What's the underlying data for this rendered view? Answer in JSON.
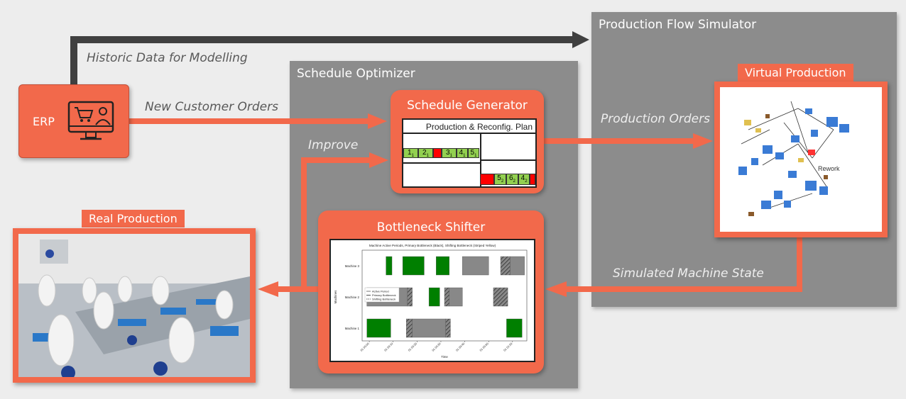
{
  "colors": {
    "accent": "#f2694b",
    "panel": "#8c8c8c",
    "arrow_dark": "#404040",
    "green": "#007f00",
    "light_green": "#92d050",
    "red": "#ff0000"
  },
  "arrows": {
    "historic": "Historic Data for Modelling",
    "new_orders": "New Customer Orders",
    "improve": "Improve",
    "production_orders": "Production Orders",
    "simulated_state": "Simulated Machine State"
  },
  "panels": {
    "simulator": "Production Flow Simulator",
    "optimizer": "Schedule Optimizer"
  },
  "erp": {
    "label": "ERP",
    "icon": "online-shopping-monitor-icon"
  },
  "virtual_production": {
    "title": "Virtual Production",
    "rework_label": "Rework"
  },
  "real_production": {
    "title": "Real Production"
  },
  "schedule_generator": {
    "title": "Schedule Generator",
    "plan_header": "Production & Reconfig.  Plan",
    "row1_jobs": [
      "1",
      "2",
      "",
      "3",
      "4",
      "5"
    ],
    "row1_subs": [
      "1",
      "1",
      "",
      "1",
      "1",
      "1"
    ],
    "row2_jobs": [
      "",
      "5",
      "6",
      "4",
      ""
    ],
    "row2_subs": [
      "",
      "2",
      "2",
      "2",
      ""
    ]
  },
  "bottleneck_shifter": {
    "title": "Bottleneck Shifter",
    "chart_title": "Machine Active Periods, Primary Bottleneck (Black), Shifting Bottleneck (Striped Yellow)",
    "ylabel": "Machines",
    "xlabel": "Time",
    "machines": [
      "Machine 3",
      "Machine 2",
      "Machine 1"
    ],
    "xticks": [
      "01 00:00",
      "01 00:10",
      "01 00:20",
      "01 00:30",
      "01 00:40",
      "01 00:50",
      "01 01:00"
    ],
    "legend": [
      "Active Period",
      "Primary Bottleneck",
      "Shifting Bottleneck"
    ]
  },
  "chart_data": {
    "type": "gantt",
    "title": "Machine Active Periods, Primary Bottleneck (Black), Shifting Bottleneck (Striped Yellow)",
    "xlabel": "Time",
    "ylabel": "Machines",
    "xlim": [
      -3,
      66
    ],
    "x_unit": "minutes from 01 00:00",
    "categories": [
      "Machine 3",
      "Machine 2",
      "Machine 1"
    ],
    "series": [
      {
        "machine": "Machine 3",
        "bars": [
          {
            "start": 7,
            "end": 9.5,
            "kind": "active"
          },
          {
            "start": 14,
            "end": 23,
            "kind": "active"
          },
          {
            "start": 28,
            "end": 33.5,
            "kind": "active"
          },
          {
            "start": 39,
            "end": 50,
            "kind": "primary"
          },
          {
            "start": 55,
            "end": 59,
            "kind": "shifting"
          },
          {
            "start": 59,
            "end": 65,
            "kind": "primary"
          }
        ]
      },
      {
        "machine": "Machine 2",
        "bars": [
          {
            "start": -1,
            "end": 16,
            "kind": "primary"
          },
          {
            "start": 16,
            "end": 18,
            "kind": "shifting"
          },
          {
            "start": 25,
            "end": 29.5,
            "kind": "active"
          },
          {
            "start": 31.5,
            "end": 33.5,
            "kind": "shifting"
          },
          {
            "start": 33.5,
            "end": 39,
            "kind": "primary"
          },
          {
            "start": 52,
            "end": 58,
            "kind": "shifting"
          }
        ]
      },
      {
        "machine": "Machine 1",
        "bars": [
          {
            "start": -1,
            "end": 9,
            "kind": "active"
          },
          {
            "start": 15.5,
            "end": 18,
            "kind": "shifting"
          },
          {
            "start": 18,
            "end": 32,
            "kind": "primary"
          },
          {
            "start": 32,
            "end": 34,
            "kind": "shifting"
          },
          {
            "start": 57.5,
            "end": 64,
            "kind": "active"
          }
        ]
      }
    ],
    "legend": [
      "Active Period",
      "Primary Bottleneck",
      "Shifting Bottleneck"
    ]
  }
}
